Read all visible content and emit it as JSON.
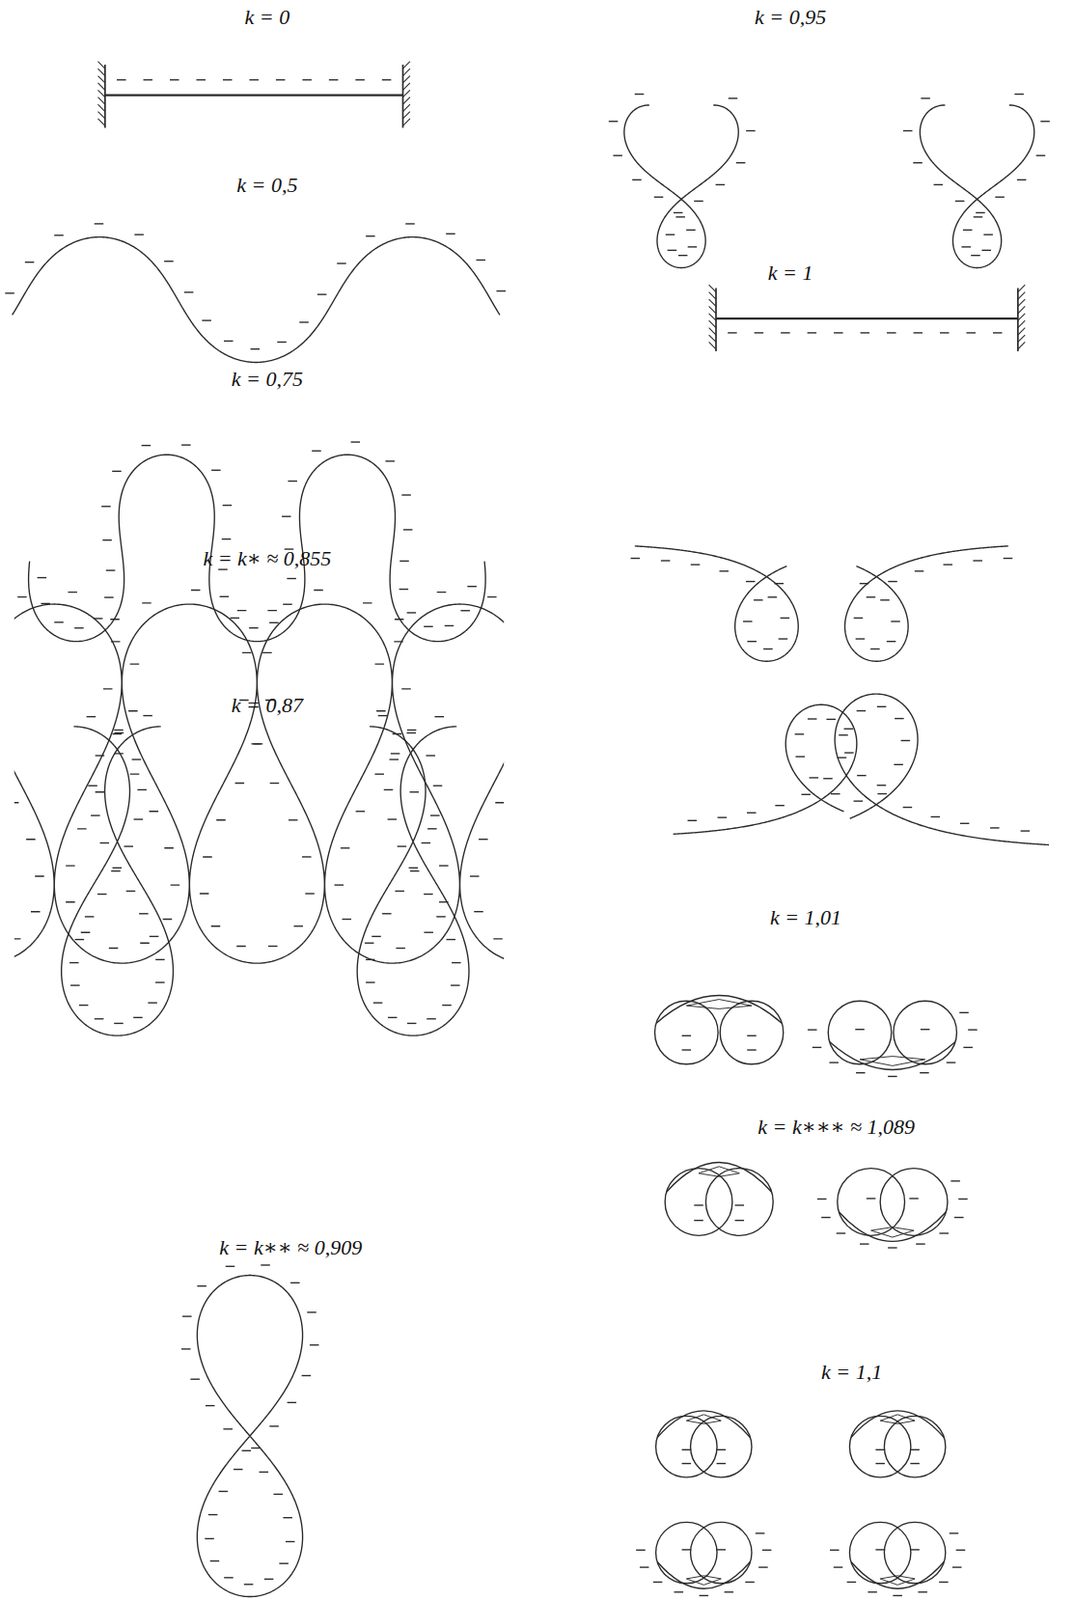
{
  "diagram": {
    "labels": [
      "k = 0",
      "k = 0,5",
      "k = 0,75",
      "k = k∗ ≈ 0,855",
      "k = 0,87",
      "k = k∗∗ ≈ 0,909",
      "k = 0,95",
      "k = 1",
      "k = 1,01",
      "k = k∗∗∗ ≈ 1,089",
      "k = 1,1"
    ]
  }
}
